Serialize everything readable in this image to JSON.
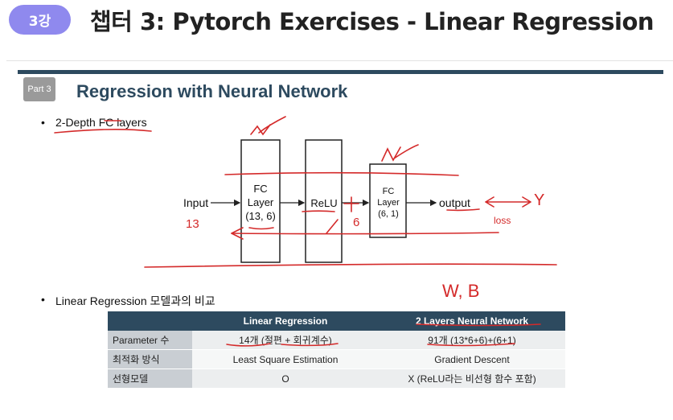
{
  "header": {
    "badge": "3강",
    "title": "챕터 3: Pytorch Exercises - Linear Regression"
  },
  "slide": {
    "part_label": "Part 3",
    "title": "Regression with Neural Network",
    "bullet1": "2-Depth FC layers",
    "bullet2": "Linear Regression 모델과의 비교",
    "diagram": {
      "input": "Input",
      "fc1_line1": "FC",
      "fc1_line2": "Layer",
      "fc1_line3": "(13, 6)",
      "relu": "ReLU",
      "fc2_line1": "FC",
      "fc2_line2": "Layer",
      "fc2_line3": "(6, 1)",
      "output": "output"
    },
    "annotations": {
      "input_note": "13",
      "mid_note": "6",
      "target": "Y",
      "loss": "loss",
      "params": "W, B"
    },
    "table": {
      "headers": [
        "",
        "Linear Regression",
        "2 Layers Neural Network"
      ],
      "rows": [
        [
          "Parameter 수",
          "14개 (절편 + 회귀계수)",
          "91개 (13*6+6)+(6+1)"
        ],
        [
          "최적화 방식",
          "Least Square Estimation",
          "Gradient Descent"
        ],
        [
          "선형모델",
          "O",
          "X (ReLU라는 비선형 함수 포함)"
        ]
      ]
    }
  }
}
